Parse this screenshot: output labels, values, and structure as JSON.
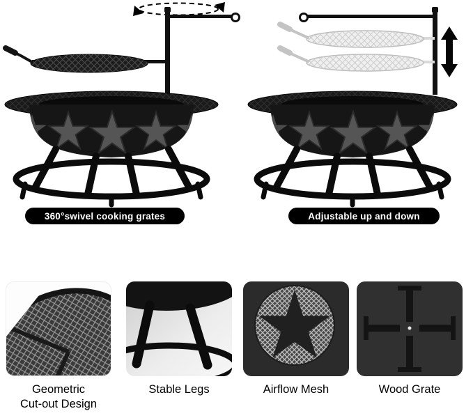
{
  "page": {
    "type": "product-feature-image",
    "background": "#ffffff"
  },
  "badges": {
    "swivel": "360°swivel cooking grates",
    "adjustable": "Adjustable up and down"
  },
  "annotations": {
    "rotation_icon": "rotation-arrows",
    "updown_icon": "up-down-arrow"
  },
  "features": [
    {
      "label": "Geometric\nCut-out Design"
    },
    {
      "label": "Stable Legs"
    },
    {
      "label": "Airflow Mesh"
    },
    {
      "label": "Wood Grate"
    }
  ],
  "colors": {
    "badge_bg": "#000000",
    "badge_text": "#ffffff",
    "tile_dark": "#2b2b2b",
    "tile_light": "#eeeeee",
    "metal_dark": "#141414",
    "ghost_gray": "#c9c9c9"
  }
}
